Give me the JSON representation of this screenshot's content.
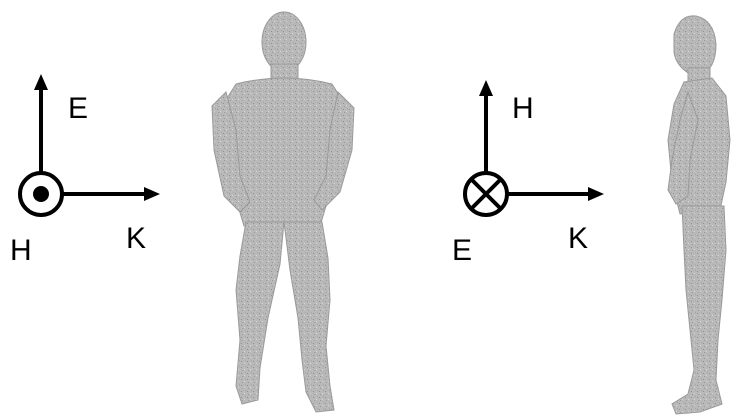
{
  "colors": {
    "background": "#ffffff",
    "axes": "#000000",
    "body_model": "#b9b9b9",
    "body_shadow": "#8f8f8f",
    "body_highlight": "#d8d8d8"
  },
  "panels": [
    {
      "view": "front",
      "field_labels": {
        "vertical": "E",
        "horizontal": "K",
        "origin": "H"
      },
      "origin_symbol": "out-of-page-dot-icon"
    },
    {
      "view": "side",
      "field_labels": {
        "vertical": "H",
        "horizontal": "K",
        "origin": "E"
      },
      "origin_symbol": "into-page-cross-icon"
    }
  ]
}
